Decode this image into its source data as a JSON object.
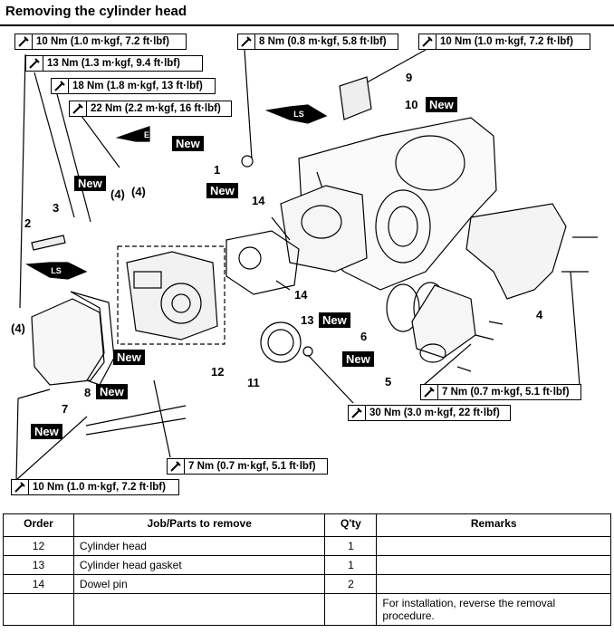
{
  "title": "Removing the cylinder head",
  "torques": {
    "t1": "10 Nm (1.0 m·kgf, 7.2 ft·lbf)",
    "t2": "13 Nm (1.3 m·kgf, 9.4 ft·lbf)",
    "t3": "18 Nm (1.8 m·kgf, 13 ft·lbf)",
    "t4": "22 Nm (2.2 m·kgf, 16 ft·lbf)",
    "t5": "8 Nm (0.8 m·kgf, 5.8 ft·lbf)",
    "t6": "10 Nm (1.0 m·kgf, 7.2 ft·lbf)",
    "t7": "7 Nm (0.7 m·kgf, 5.1 ft·lbf)",
    "t8": "30 Nm (3.0 m·kgf, 22 ft·lbf)",
    "t9": "7 Nm (0.7 m·kgf, 5.1 ft·lbf)",
    "t10": "10 Nm (1.0 m·kgf, 7.2 ft·lbf)"
  },
  "new_label": "New",
  "symbols": {
    "ls": "LS",
    "e": "E"
  },
  "callouts": {
    "c1": "1",
    "c2": "2",
    "c3": "3",
    "c4a": "(4)",
    "c4b": "(4)",
    "c4c": "(4)",
    "c4d": "4",
    "c5": "5",
    "c6": "6",
    "c7": "7",
    "c8": "8",
    "c9": "9",
    "c10": "10",
    "c11": "11",
    "c12": "12",
    "c13": "13",
    "c14a": "14",
    "c14b": "14"
  },
  "table": {
    "headers": [
      "Order",
      "Job/Parts to remove",
      "Q'ty",
      "Remarks"
    ],
    "rows": [
      {
        "order": "12",
        "part": "Cylinder head",
        "qty": "1",
        "remarks": ""
      },
      {
        "order": "13",
        "part": "Cylinder head gasket",
        "qty": "1",
        "remarks": ""
      },
      {
        "order": "14",
        "part": "Dowel pin",
        "qty": "2",
        "remarks": ""
      }
    ],
    "footer": "For installation, reverse the removal procedure."
  }
}
